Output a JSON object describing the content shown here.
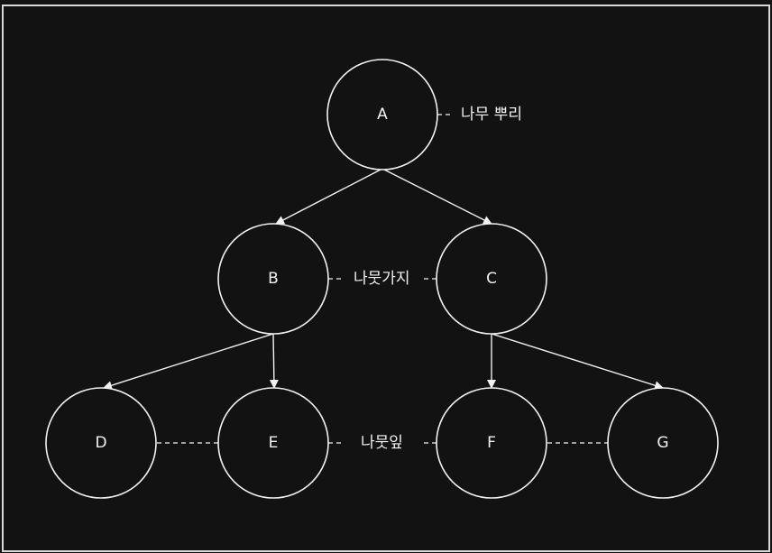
{
  "nodes": {
    "a": "A",
    "b": "B",
    "c": "C",
    "d": "D",
    "e": "E",
    "f": "F",
    "g": "G"
  },
  "annotations": {
    "root": "나무 뿌리",
    "branch": "나뭇가지",
    "leaf": "나뭇잎"
  },
  "colors": {
    "background": "#121212",
    "stroke": "#f2f2f2"
  }
}
